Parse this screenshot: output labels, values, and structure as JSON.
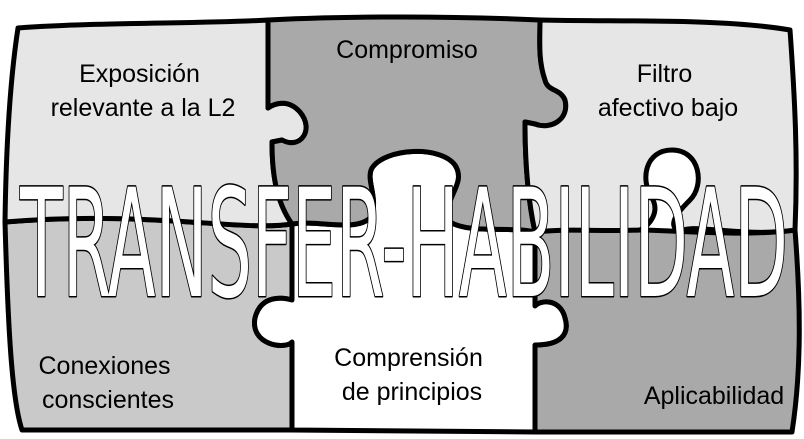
{
  "colors": {
    "light_gray": "#e6e6e6",
    "mid_gray": "#c9c9c9",
    "dark_gray": "#a9a9a9",
    "white": "#ffffff",
    "outline": "#000000"
  },
  "pieces": {
    "top_left": {
      "lines": [
        "Exposición",
        "relevante a la L2"
      ]
    },
    "top_center": {
      "lines": [
        "Compromiso"
      ]
    },
    "top_right": {
      "lines": [
        "Filtro",
        "afectivo bajo"
      ]
    },
    "bottom_left": {
      "lines": [
        "Conexiones",
        "conscientes"
      ]
    },
    "bottom_center": {
      "lines": [
        "Comprensión",
        "de principios"
      ]
    },
    "bottom_right": {
      "lines": [
        "Aplicabilidad"
      ]
    }
  },
  "banner": {
    "text": "TRANSFER-HABILIDAD"
  }
}
